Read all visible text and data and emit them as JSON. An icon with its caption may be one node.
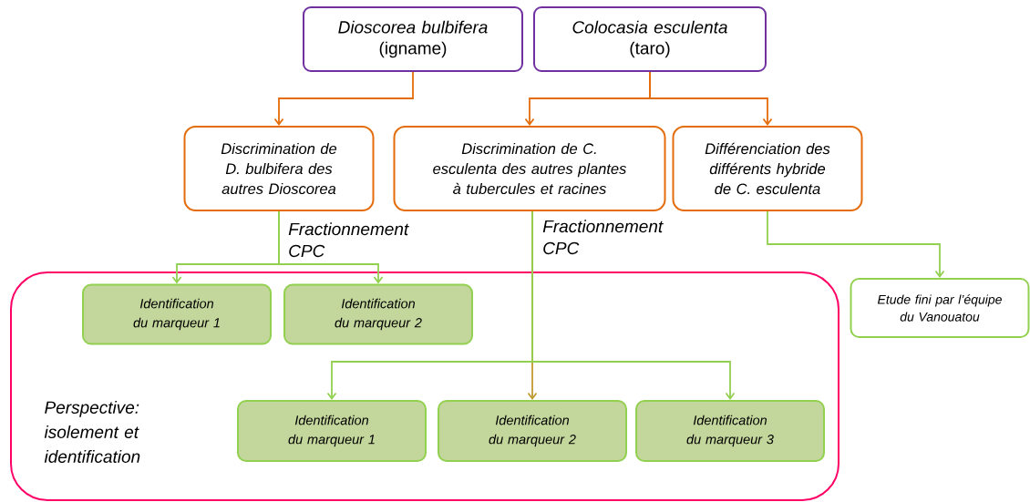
{
  "diagram": {
    "nodes": [
      {
        "text": [
          "Dioscorea bulbifera",
          "(igname)"
        ]
      },
      {
        "text": [
          "Colocasia esculenta",
          "(taro)"
        ]
      },
      {
        "text": [
          "Discrimination de D. bulbifera des autres Dioscorea"
        ]
      },
      {
        "text": [
          "Discrimination de C. esculenta des autres plantes à tubercules et racines"
        ]
      },
      {
        "text": [
          "Différenciation des différents hybride de C. esculenta"
        ]
      },
      {
        "text": [
          "Perspective: isolement et identification"
        ]
      },
      {
        "text": [
          "Identification du marqueur 1"
        ],
        "in": 5
      },
      {
        "text": [
          "Identification du marqueur 2"
        ],
        "in": 5
      },
      {
        "text": [
          "Identification du marqueur 1"
        ],
        "in": 5
      },
      {
        "text": [
          "Identification du marqueur 2"
        ],
        "in": 5
      },
      {
        "text": [
          "Identification du marqueur 3"
        ],
        "in": 5
      },
      {
        "text": [
          "Etude fini par l’équipe du Vanouatou"
        ]
      }
    ],
    "edges": [
      {
        "from": 0,
        "to": 2,
        "arrow": "to",
        "color": "#e46c0a"
      },
      {
        "from": 1,
        "to": 3,
        "arrow": "to",
        "color": "#e46c0a"
      },
      {
        "from": 1,
        "to": 4,
        "arrow": "to",
        "color": "#e46c0a"
      },
      {
        "from": 2,
        "to": 6,
        "arrow": "to",
        "label": "Fractionnement CPC"
      },
      {
        "from": 2,
        "to": 7,
        "arrow": "to"
      },
      {
        "from": 3,
        "to": 8,
        "arrow": "to"
      },
      {
        "from": 3,
        "to": 9,
        "arrow": "to",
        "label": "Fractionnement CPC",
        "color": "#c09a30"
      },
      {
        "from": 3,
        "to": 10,
        "arrow": "to"
      },
      {
        "from": 4,
        "to": 11,
        "arrow": "to"
      }
    ]
  }
}
